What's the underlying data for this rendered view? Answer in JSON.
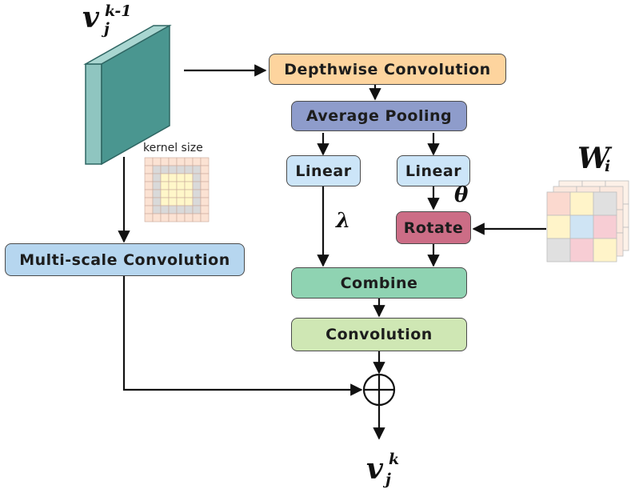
{
  "nodes": {
    "depthwise": "Depthwise Convolution",
    "avg_pool": "Average Pooling",
    "linear_left": "Linear",
    "linear_right": "Linear",
    "rotate": "Rotate",
    "combine": "Combine",
    "convolution": "Convolution",
    "multiscale": "Multi-scale Convolution"
  },
  "symbols": {
    "input": {
      "base": "v",
      "sub": "j",
      "sup": "k-1"
    },
    "output": {
      "base": "v",
      "sub": "j",
      "sup": "k"
    },
    "weights": {
      "base": "W",
      "sub": "i"
    },
    "lambda": "λ",
    "theta": "θ",
    "sum": "⊕"
  },
  "kernel_label": "kernel size",
  "colors": {
    "depthwise": "#fdd49e",
    "avg_pool": "#8e9ccb",
    "linear": "#cce5f8",
    "rotate": "#cc6d86",
    "combine": "#8fd3b2",
    "convolution": "#cfe7b4",
    "multiscale": "#b6d6ef",
    "feature_map": "#4a9690",
    "arrow": "#111111"
  }
}
